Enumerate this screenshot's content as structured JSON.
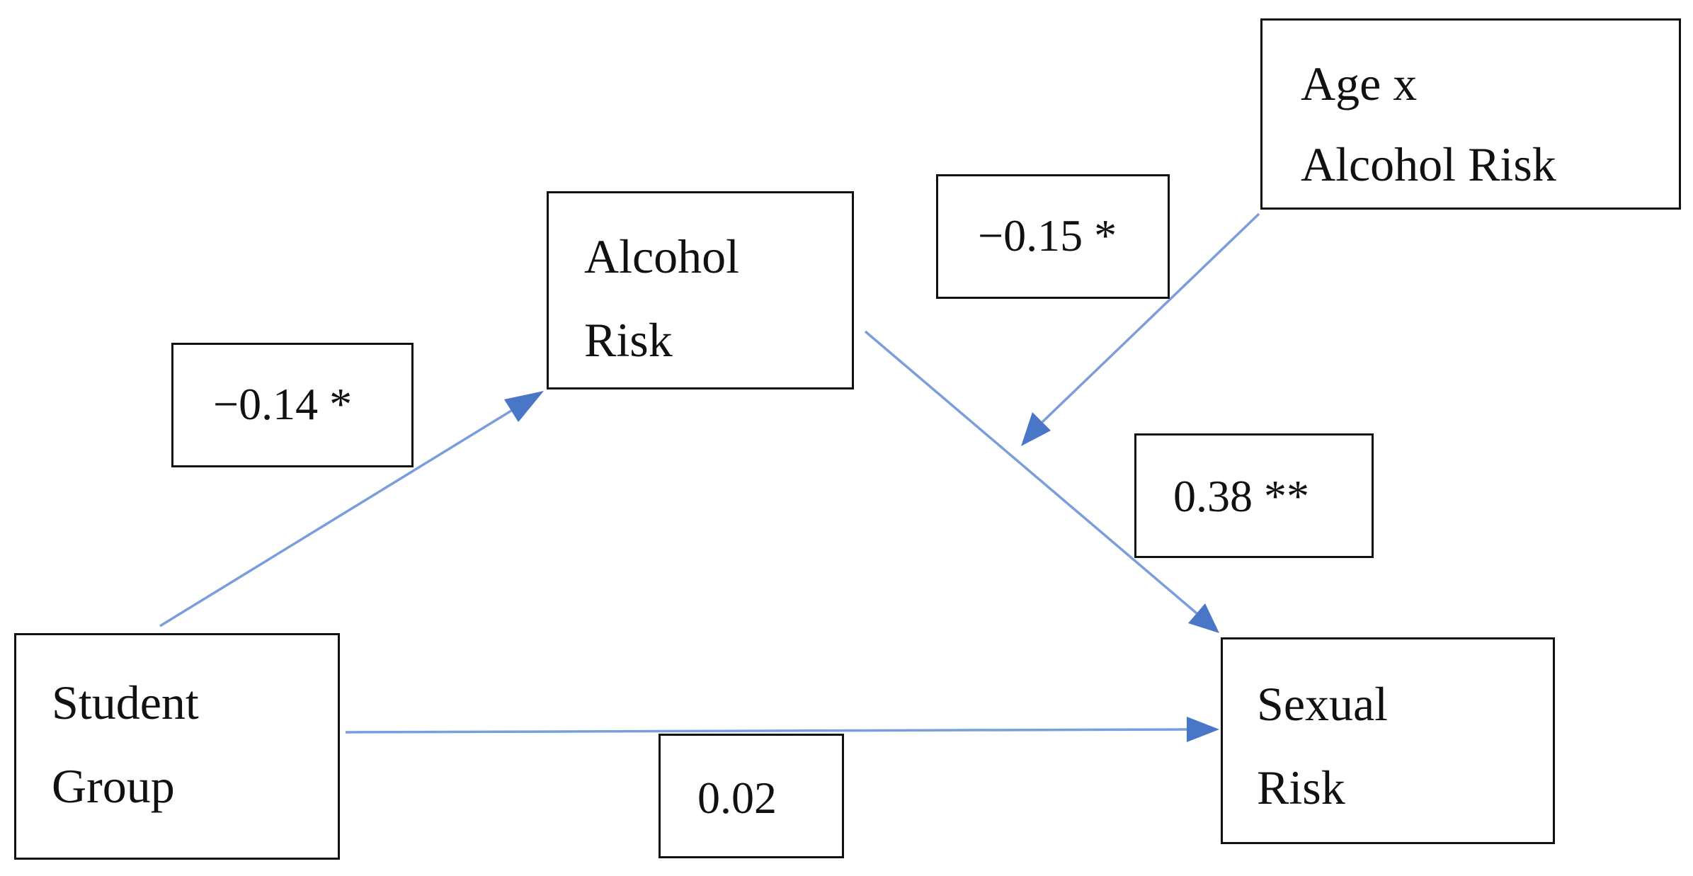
{
  "colors": {
    "arrow": "#4a76c8",
    "border": "#111111",
    "text": "#111111",
    "background": "#ffffff"
  },
  "nodes": {
    "student_group": {
      "line1": "Student",
      "line2": "Group"
    },
    "alcohol_risk": {
      "line1": "Alcohol",
      "line2": "Risk"
    },
    "sexual_risk": {
      "line1": "Sexual",
      "line2": "Risk"
    },
    "age_x_alcohol_risk": {
      "line1": "Age x",
      "line2": "Alcohol Risk"
    }
  },
  "coefficients": {
    "student_to_alcohol": "−0.14 *",
    "alcohol_to_sexual": "0.38 **",
    "student_to_sexual": "0.02",
    "moderation": "−0.15 *"
  }
}
